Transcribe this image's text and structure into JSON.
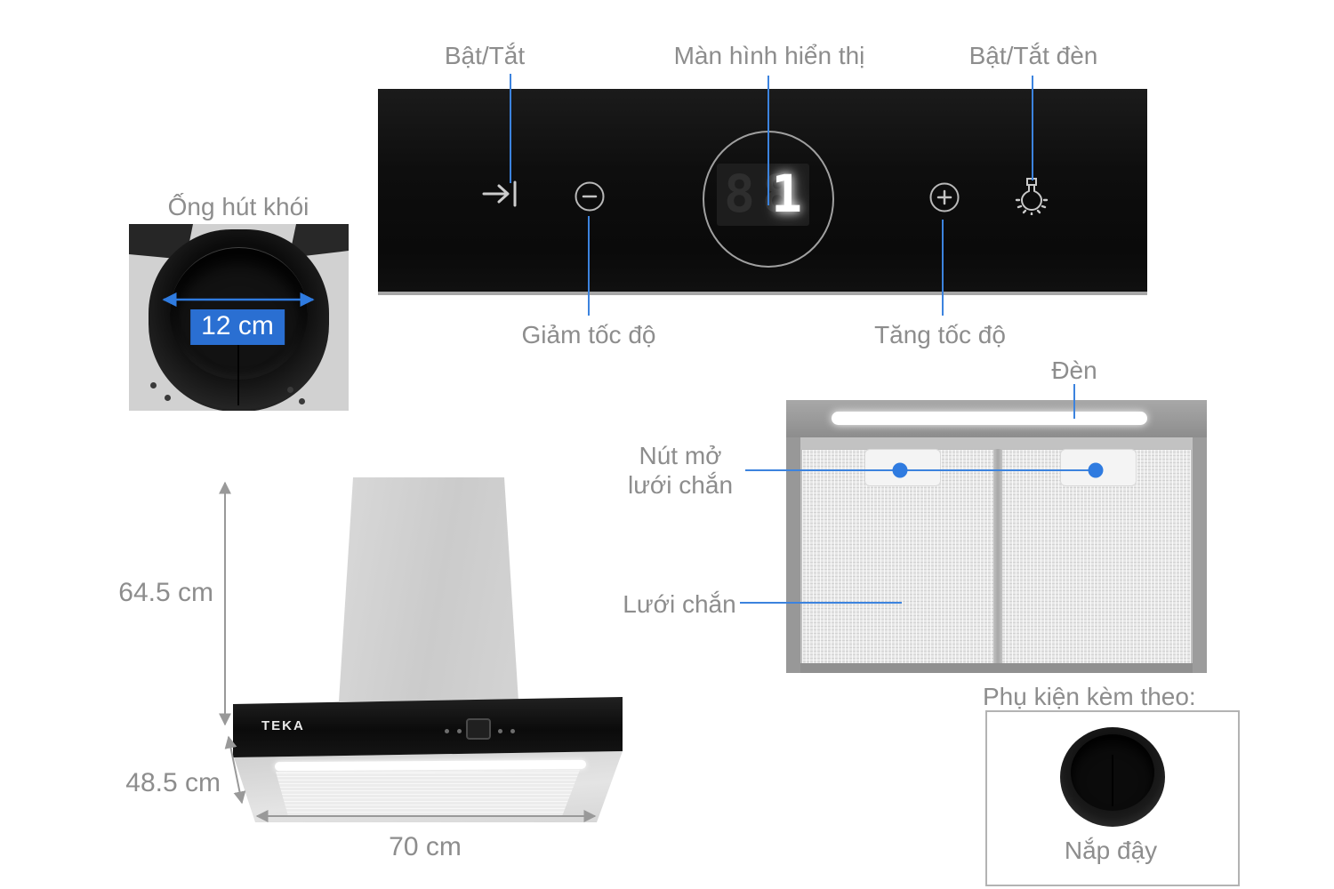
{
  "colors": {
    "annotation_line_blue": "#3c83de",
    "dimension_box_blue": "#2a6fd2",
    "latch_dot_blue": "#2f7be0",
    "label_gray": "#8d8d8d",
    "panel_black": "#0e0e0e",
    "led_white": "#ffffff"
  },
  "control_panel": {
    "labels": {
      "power": "Bật/Tắt",
      "display": "Màn hình hiển thị",
      "light": "Bật/Tắt đèn",
      "decrease": "Giảm tốc độ",
      "increase": "Tăng tốc độ"
    },
    "display_value": "1",
    "display_ghost_digits": "88",
    "icons": [
      "power-icon",
      "minus-icon",
      "display-screen",
      "plus-icon",
      "light-icon"
    ]
  },
  "duct": {
    "title": "Ống hút khói",
    "diameter_label": "12 cm"
  },
  "product": {
    "brand": "TEKA",
    "dimensions": {
      "height": "64.5 cm",
      "depth": "48.5 cm",
      "width": "70 cm"
    }
  },
  "underside": {
    "lamp_label": "Đèn",
    "filter_button_label_line1": "Nút mở",
    "filter_button_label_line2": "lưới chắn",
    "filter_label": "Lưới chắn"
  },
  "accessories": {
    "title": "Phụ kiện kèm theo:",
    "cap_label": "Nắp đậy"
  }
}
